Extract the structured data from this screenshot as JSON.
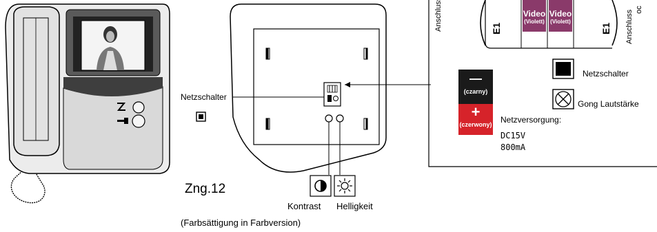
{
  "colors": {
    "video": "#8a3a6a",
    "minus": "#1a1a1a",
    "plus": "#d6232a",
    "monitor_body": "#e9e9e9",
    "panel_dark": "#3a3a3a"
  },
  "labels": {
    "netzschalter_callout": "Netzschalter",
    "figure_id": "Zng.12",
    "kontrast": "Kontrast",
    "helligkeit": "Helligkeit",
    "footnote": "(Farbsättigung in Farbversion)"
  },
  "connector": {
    "left_side_label": "Anschluss",
    "right_side_label_1": "Anschluss",
    "right_side_label_2": "oc",
    "terminals": [
      {
        "name": "e1-left",
        "label": "E1"
      },
      {
        "name": "video-1",
        "label": "Video",
        "sub": "(Violett)"
      },
      {
        "name": "video-2",
        "label": "Video",
        "sub": "(Violett)"
      },
      {
        "name": "e1-right",
        "label": "E1"
      }
    ]
  },
  "power": {
    "minus_symbol": "—",
    "minus_label": "(czarny)",
    "plus_symbol": "+",
    "plus_label": "(czerwony)",
    "supply_title": "Netzversorgung:",
    "voltage": "DC15V",
    "current": "800mA"
  },
  "legend": {
    "switch_label": "Netzschalter",
    "gong_label": "Gong Lautstärke"
  }
}
